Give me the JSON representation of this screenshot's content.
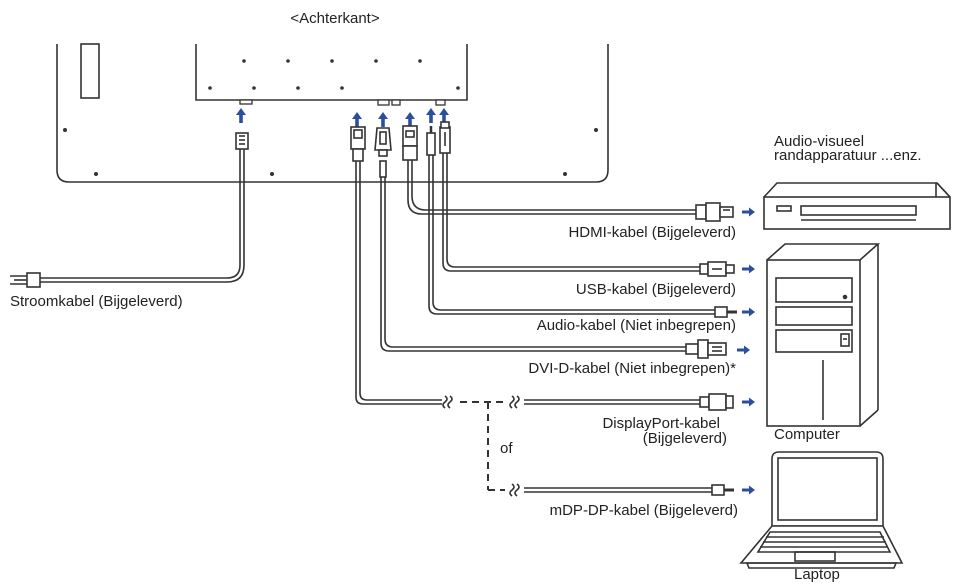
{
  "title": "<Achterkant>",
  "labels": {
    "power": "Stroomkabel (Bijgeleverd)",
    "hdmi": "HDMI-kabel (Bijgeleverd)",
    "usb": "USB-kabel (Bijgeleverd)",
    "audio": "Audio-kabel (Niet inbegrepen)",
    "dvi": "DVI-D-kabel (Niet inbegrepen)*",
    "dp_line1": "DisplayPort-kabel",
    "dp_line2": "(Bijgeleverd)",
    "or": "of",
    "mdp": "mDP-DP-kabel (Bijgeleverd)",
    "av_line1": "Audio-visueel",
    "av_line2": "randapparatuur ...enz.",
    "computer": "Computer",
    "laptop": "Laptop"
  },
  "colors": {
    "line": "#333333",
    "arrow": "#2b4f9e",
    "text": "#222222"
  }
}
